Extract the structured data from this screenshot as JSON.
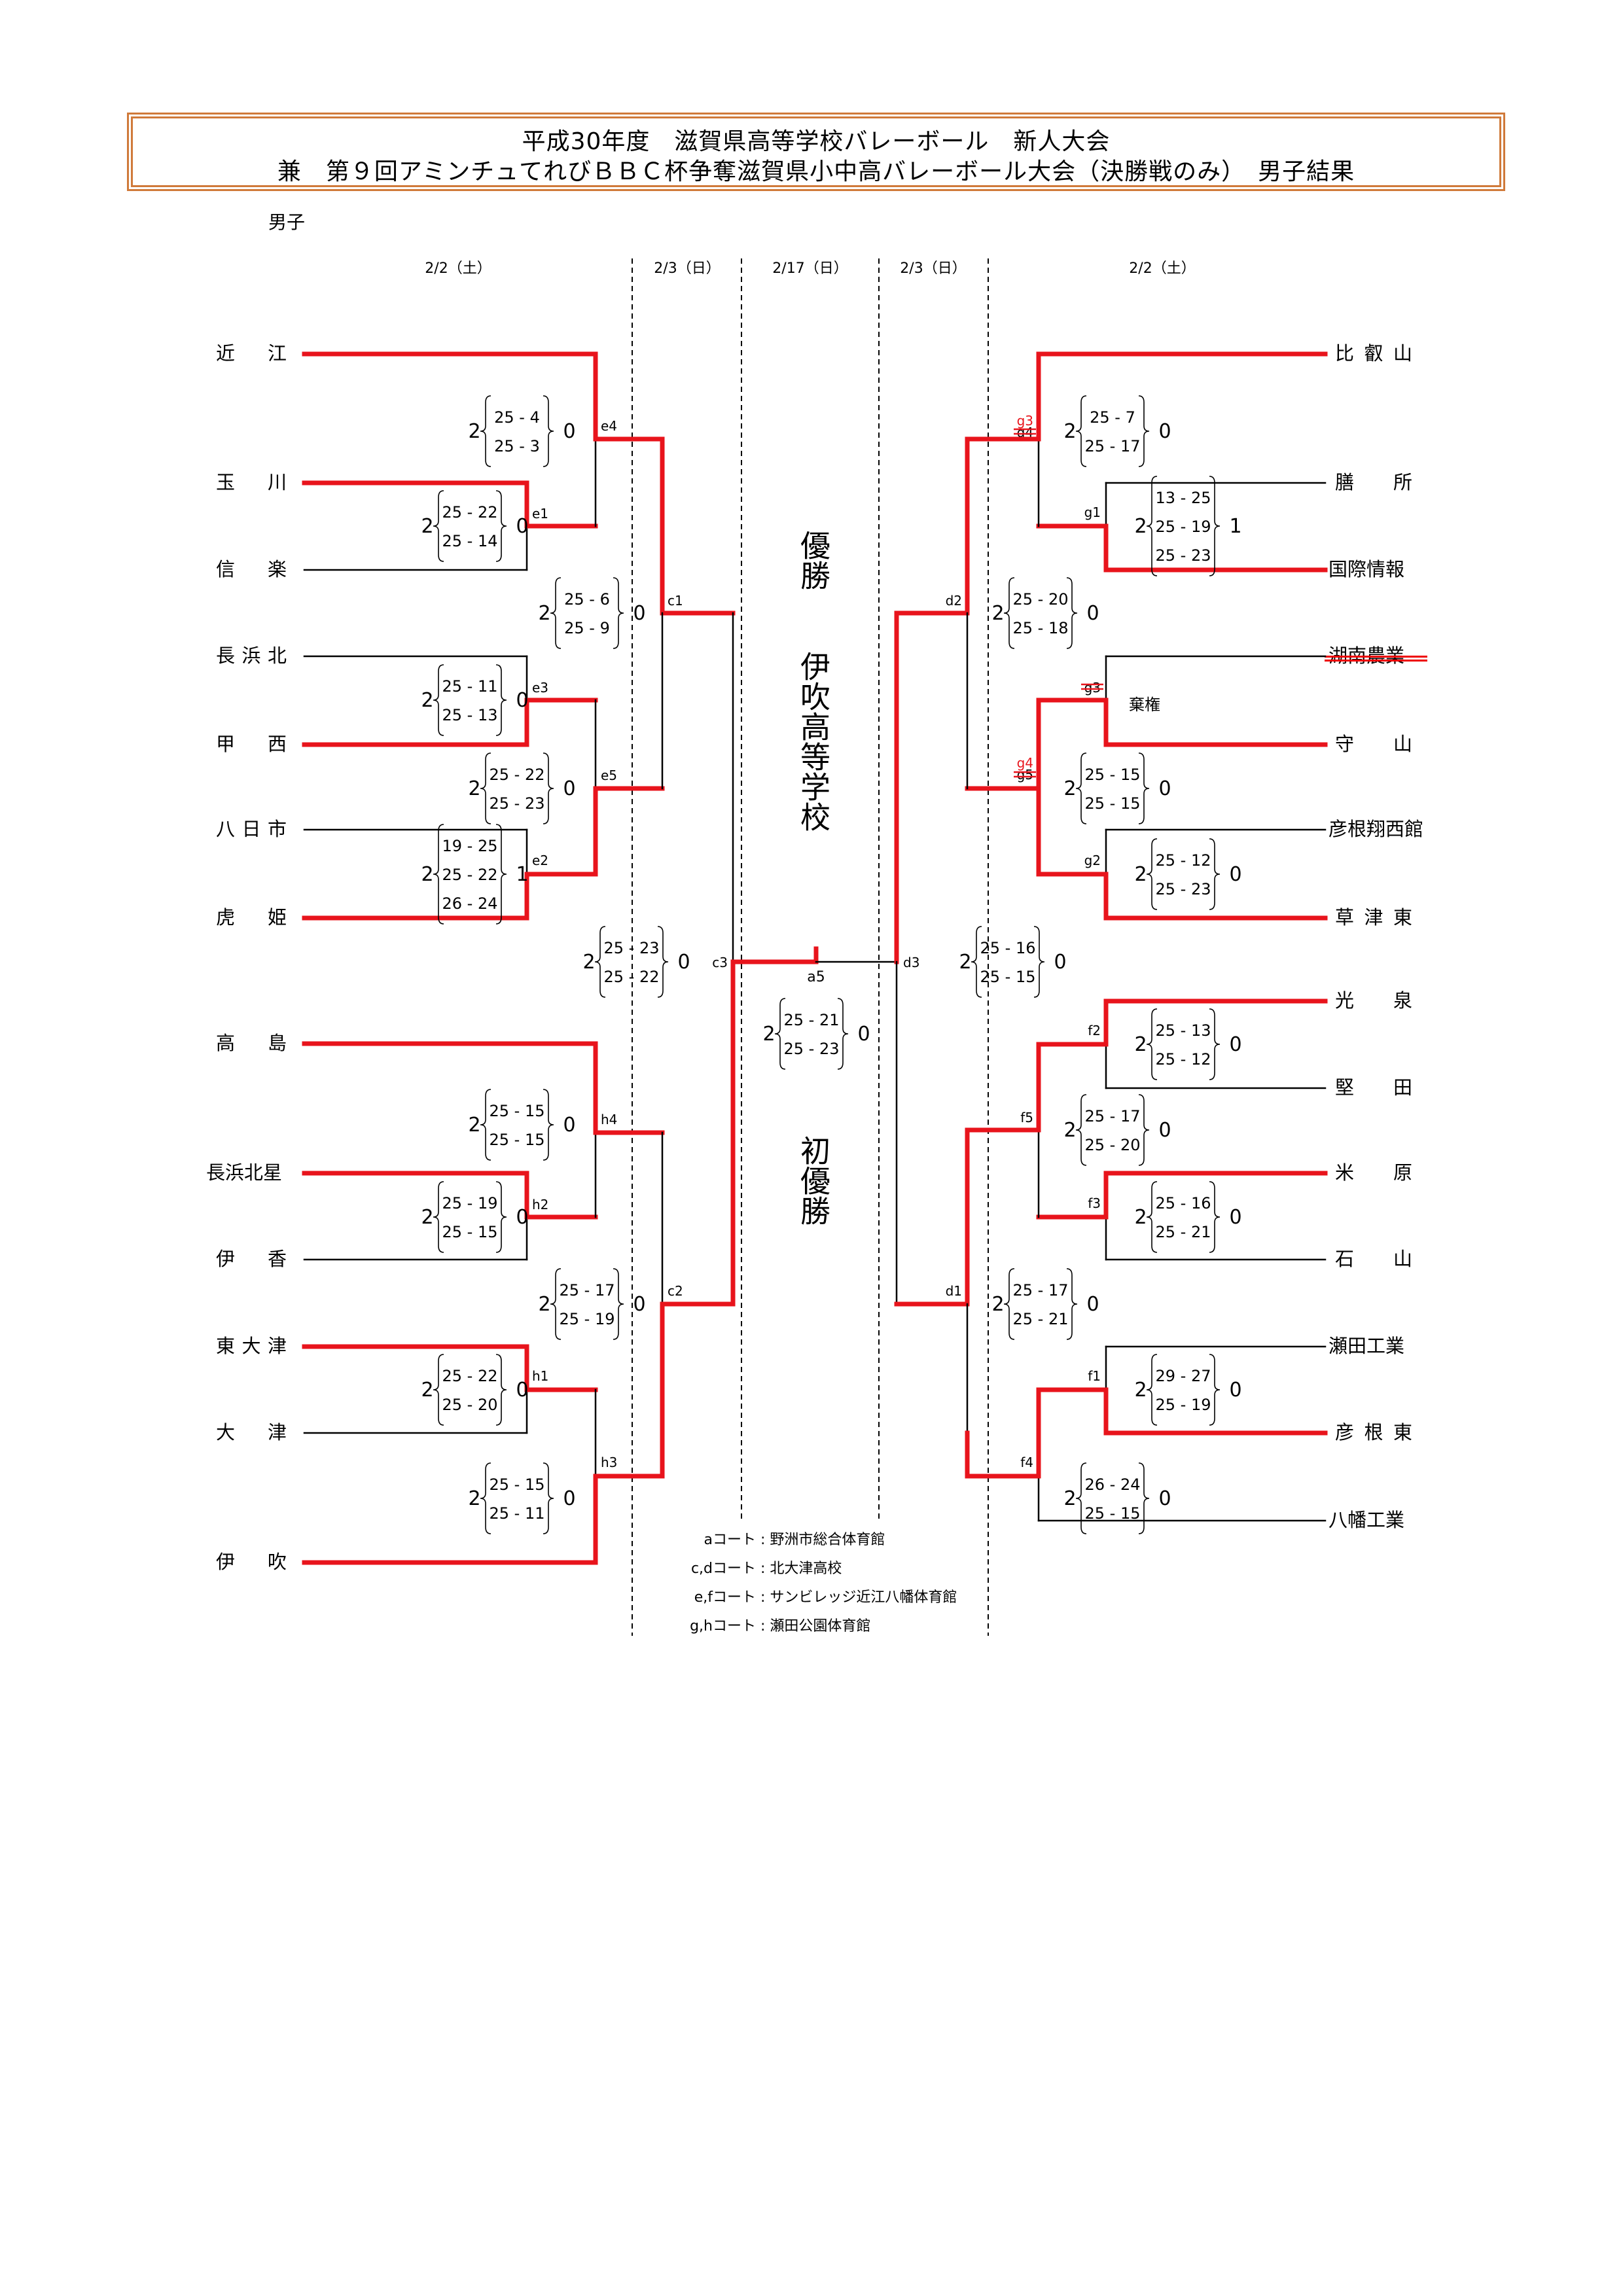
{
  "header": {
    "title_line1": "平成30年度　滋賀県高等学校バレーボール　新人大会",
    "title_line2": "兼　第９回アミンチュてれびＢＢＣ杯争奪滋賀県小中高バレーボール大会（決勝戦のみ）　男子結果",
    "section": "男子"
  },
  "dates": [
    "2/2（土）",
    "2/3（日）",
    "2/17（日）",
    "2/3（日）",
    "2/2（土）"
  ],
  "colors": {
    "winner_line": "#e8141c",
    "loser_line": "#000000",
    "title_border": "#d07a3a",
    "correction": "#e8141c"
  },
  "champion": {
    "label": "優勝",
    "school": "伊吹高等学校",
    "note": "初優勝"
  },
  "teams_left": [
    "近　江",
    "玉　川",
    "信　楽",
    "長浜北",
    "甲　西",
    "八日市",
    "虎　姫",
    "高　島",
    "長浜北星",
    "伊　香",
    "東大津",
    "大　津",
    "伊　吹"
  ],
  "teams_right": [
    "比叡山",
    "膳　所",
    "国際情報",
    "湖南農業",
    "守　山",
    "彦根翔西館",
    "草津東",
    "光　泉",
    "堅　田",
    "米　原",
    "石　山",
    "瀬田工業",
    "彦根東",
    "八幡工業"
  ],
  "withdrawn_team": "湖南農業",
  "forfeit_label": "棄権",
  "matches": [
    {
      "id": "e1",
      "label": "e1",
      "winner_score": 2,
      "loser_score": 0,
      "sets": [
        "25 - 22",
        "25 - 14"
      ]
    },
    {
      "id": "e4",
      "label": "e4",
      "winner_score": 2,
      "loser_score": 0,
      "sets": [
        "25 -  4",
        "25 -  3"
      ]
    },
    {
      "id": "e3",
      "label": "e3",
      "winner_score": 2,
      "loser_score": 0,
      "sets": [
        "25 - 11",
        "25 - 13"
      ]
    },
    {
      "id": "e2",
      "label": "e2",
      "winner_score": 2,
      "loser_score": 1,
      "sets": [
        "19 - 25",
        "25 - 22",
        "26 - 24"
      ]
    },
    {
      "id": "e5",
      "label": "e5",
      "winner_score": 2,
      "loser_score": 0,
      "sets": [
        "25 - 22",
        "25 - 23"
      ]
    },
    {
      "id": "c1",
      "label": "c1",
      "winner_score": 2,
      "loser_score": 0,
      "sets": [
        "25 -  6",
        "25 -  9"
      ]
    },
    {
      "id": "h2",
      "label": "h2",
      "winner_score": 2,
      "loser_score": 0,
      "sets": [
        "25 - 19",
        "25 - 15"
      ]
    },
    {
      "id": "h4",
      "label": "h4",
      "winner_score": 2,
      "loser_score": 0,
      "sets": [
        "25 - 15",
        "25 - 15"
      ]
    },
    {
      "id": "h1",
      "label": "h1",
      "winner_score": 2,
      "loser_score": 0,
      "sets": [
        "25 - 22",
        "25 - 20"
      ]
    },
    {
      "id": "h3",
      "label": "h3",
      "winner_score": 2,
      "loser_score": 0,
      "sets": [
        "25 - 15",
        "25 - 11"
      ]
    },
    {
      "id": "c2",
      "label": "c2",
      "winner_score": 2,
      "loser_score": 0,
      "sets": [
        "25 - 17",
        "25 - 19"
      ]
    },
    {
      "id": "c3",
      "label": "c3",
      "winner_score": 2,
      "loser_score": 0,
      "sets": [
        "25 - 23",
        "25 - 22"
      ]
    },
    {
      "id": "a5",
      "label": "a5",
      "winner_score": 2,
      "loser_score": 0,
      "sets": [
        "25  -  21",
        "25  -  23"
      ]
    },
    {
      "id": "g3r",
      "label": "g4",
      "label_correction": "g3",
      "winner_score": 2,
      "loser_score": 0,
      "sets": [
        "25 -  7",
        "25 - 17"
      ]
    },
    {
      "id": "g1",
      "label": "g1",
      "winner_score": 2,
      "loser_score": 1,
      "sets": [
        "13 - 25",
        "25 - 19",
        "25 - 23"
      ]
    },
    {
      "id": "d2",
      "label": "d2",
      "winner_score": 2,
      "loser_score": 0,
      "sets": [
        "25 - 20",
        "25 - 18"
      ]
    },
    {
      "id": "g3",
      "label": "g3",
      "struck": true,
      "result": "棄権"
    },
    {
      "id": "g4r",
      "label": "g5",
      "label_correction": "g4",
      "winner_score": 2,
      "loser_score": 0,
      "sets": [
        "25 - 15",
        "25 - 15"
      ]
    },
    {
      "id": "g2",
      "label": "g2",
      "winner_score": 2,
      "loser_score": 0,
      "sets": [
        "25 - 12",
        "25 - 23"
      ]
    },
    {
      "id": "d3",
      "label": "d3",
      "winner_score": 2,
      "loser_score": 0,
      "sets": [
        "25 - 16",
        "25 - 15"
      ]
    },
    {
      "id": "f2",
      "label": "f2",
      "winner_score": 2,
      "loser_score": 0,
      "sets": [
        "25 - 13",
        "25 - 12"
      ]
    },
    {
      "id": "f5",
      "label": "f5",
      "winner_score": 2,
      "loser_score": 0,
      "sets": [
        "25 - 17",
        "25 - 20"
      ]
    },
    {
      "id": "f3",
      "label": "f3",
      "winner_score": 2,
      "loser_score": 0,
      "sets": [
        "25 - 16",
        "25 - 21"
      ]
    },
    {
      "id": "d1",
      "label": "d1",
      "winner_score": 2,
      "loser_score": 0,
      "sets": [
        "25 - 17",
        "25 - 21"
      ]
    },
    {
      "id": "f1",
      "label": "f1",
      "winner_score": 2,
      "loser_score": 0,
      "sets": [
        "29 - 27",
        "25 - 19"
      ]
    },
    {
      "id": "f4",
      "label": "f4",
      "winner_score": 2,
      "loser_score": 0,
      "sets": [
        "26 - 24",
        "25 - 15"
      ]
    }
  ],
  "courts": [
    {
      "key": "aコート",
      "venue": "野洲市総合体育館"
    },
    {
      "key": "c,dコート",
      "venue": "北大津高校"
    },
    {
      "key": "e,fコート",
      "venue": "サンビレッジ近江八幡体育館"
    },
    {
      "key": "g,hコート",
      "venue": "瀬田公園体育館"
    }
  ]
}
